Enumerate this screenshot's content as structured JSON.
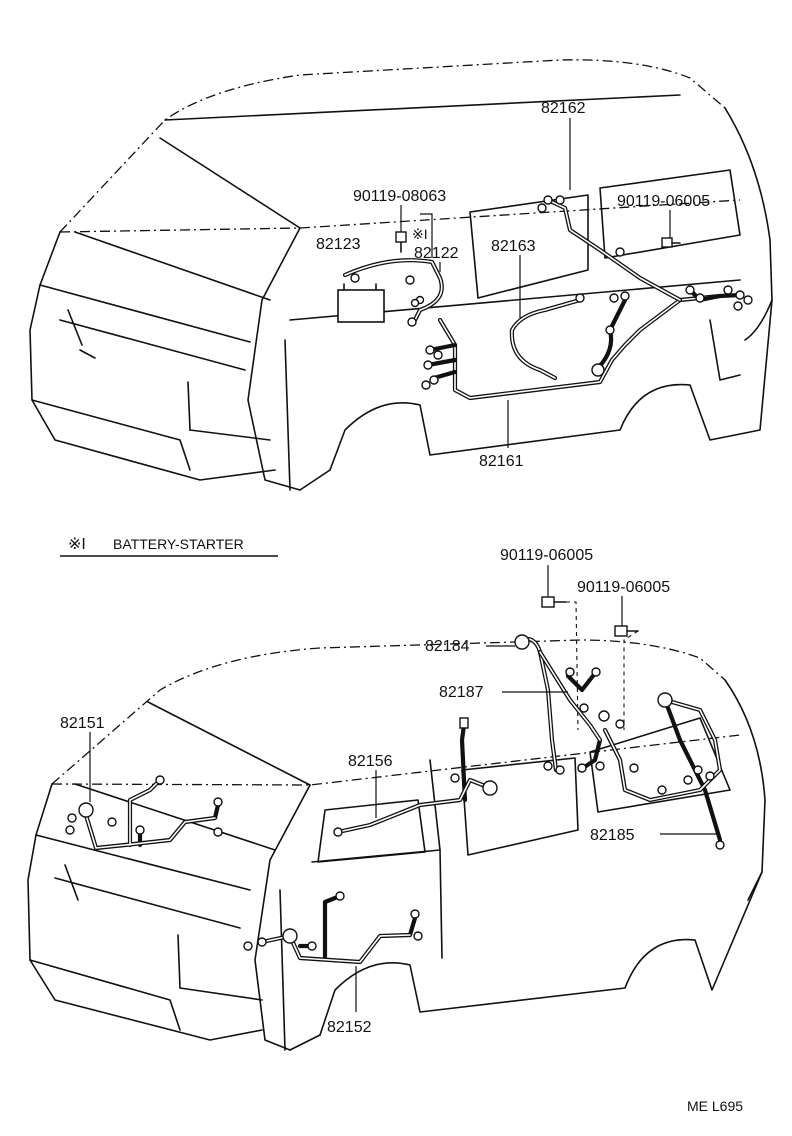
{
  "top_view": {
    "labels": {
      "p82162": "82162",
      "p90119_08063": "90119-08063",
      "p90119_06005": "90119-06005",
      "p82123": "82123",
      "mark1": "※I",
      "p82122": "82122",
      "p82163": "82163",
      "p82161": "82161"
    }
  },
  "legend": {
    "mark": "※I",
    "text": "BATTERY-STARTER"
  },
  "bottom_view": {
    "labels": {
      "p90119_06005_a": "90119-06005",
      "p90119_06005_b": "90119-06005",
      "p82184": "82184",
      "p82187": "82187",
      "p82151": "82151",
      "p82156": "82156",
      "p82185": "82185",
      "p82152": "82152"
    }
  },
  "drawing_code": "ME L695"
}
